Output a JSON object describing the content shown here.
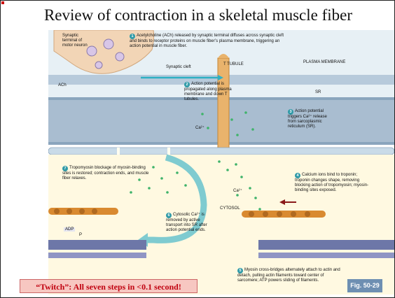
{
  "title": "Review of contraction in a skeletal muscle fiber",
  "labels": {
    "synaptic_terminal": "Synaptic terminal of motor neuron",
    "synaptic_cleft": "Synaptic cleft",
    "t_tubule": "T TUBULE",
    "plasma_membrane": "PLASMA MEMBRANE",
    "ach": "ACh",
    "sr": "SR",
    "ca_main": "Ca²⁺",
    "ca_small": "Ca²⁺",
    "cytosol": "CYTOSOL",
    "adp": "ADP",
    "pi": "P"
  },
  "steps": [
    {
      "n": "1",
      "text": "Acetylcholine (ACh) released by synaptic terminal diffuses across synaptic cleft and binds to receptor proteins on muscle fiber’s plasma membrane, triggering an action potential in muscle fiber."
    },
    {
      "n": "2",
      "text": "Action potential is propagated along plasma membrane and down T tubules."
    },
    {
      "n": "3",
      "text": "Action potential triggers Ca²⁺ release from sarcoplasmic reticulum (SR)."
    },
    {
      "n": "4",
      "text": "Calcium ions bind to troponin; troponin changes shape, removing blocking action of tropomyosin; myosin-binding sites exposed."
    },
    {
      "n": "5",
      "text": "Myosin cross-bridges alternately attach to actin and detach, pulling actin filaments toward center of sarcomere; ATP powers sliding of filaments."
    },
    {
      "n": "6",
      "text": "Cytosolic Ca²⁺ is removed by active transport into SR after action potential ends."
    },
    {
      "n": "7",
      "text": "Tropomyosin blockage of myosin-binding sites is restored; contraction ends, and muscle fiber relaxes."
    }
  ],
  "footer": {
    "note": "“Twitch”: All seven steps in <0.1 second!",
    "figure": "Fig. 50-29"
  },
  "colors": {
    "sr_membrane": "#9fc3d8",
    "sr_fill": "#e4eef4",
    "fiber": "#a9bdd0",
    "t_tubule": "#e9b36c",
    "calcium": "#3fb36a",
    "arrow": "#7fcbd0",
    "actin": "#d98a30",
    "myosin": "#6d77a8"
  }
}
